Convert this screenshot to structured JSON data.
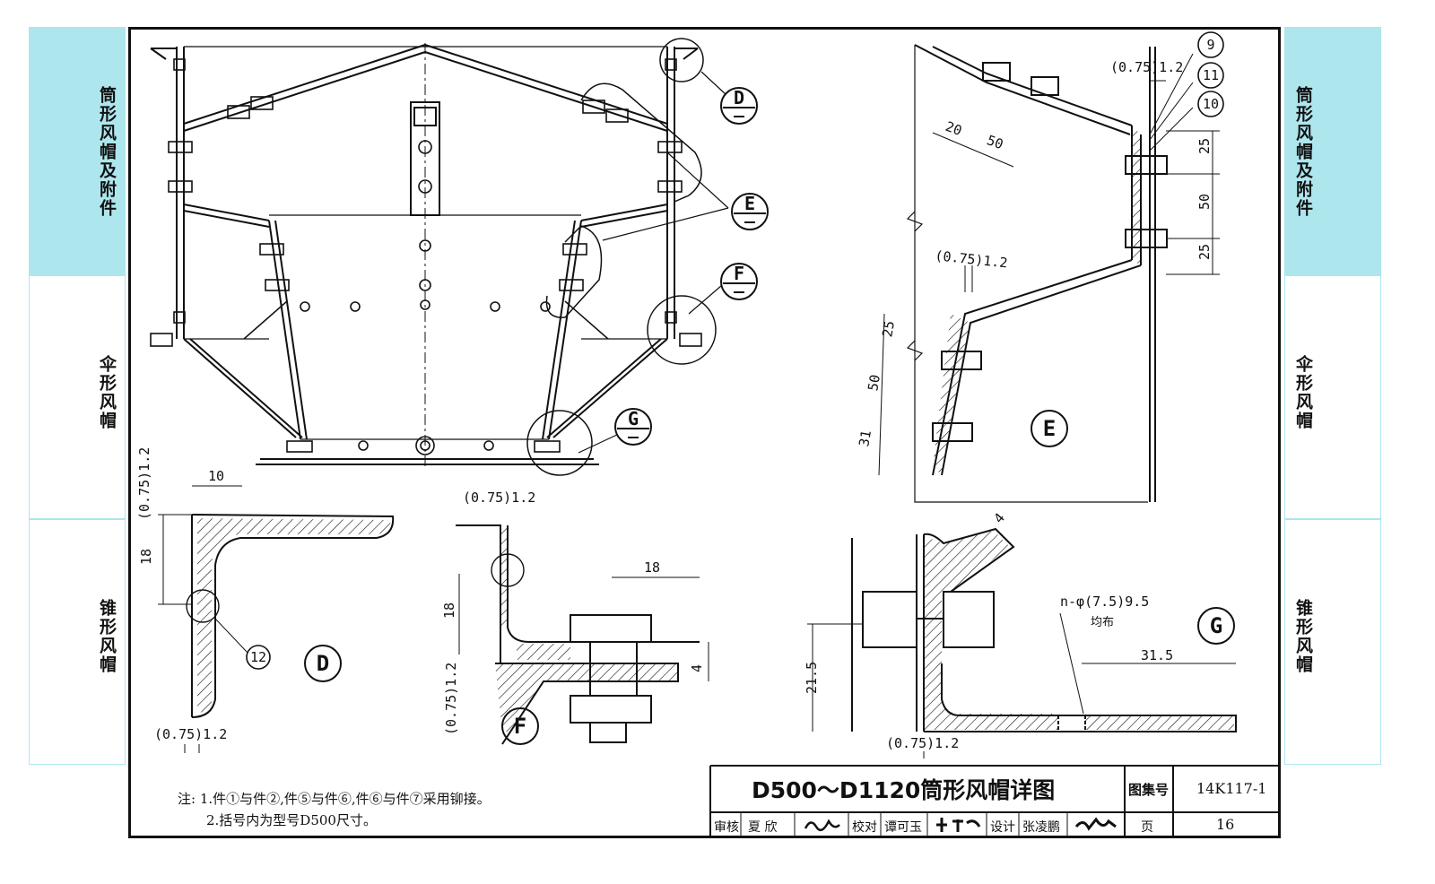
{
  "side_tabs": {
    "left": [
      "筒形风帽及附件",
      "伞形风帽",
      "锥形风帽"
    ],
    "right": [
      "筒形风帽及附件",
      "伞形风帽",
      "锥形风帽"
    ]
  },
  "detail_labels": {
    "D": "D",
    "E": "E",
    "F": "F",
    "G": "G"
  },
  "part_numbers": {
    "p9": "9",
    "p11": "11",
    "p10": "10",
    "p12": "12"
  },
  "dimensions": {
    "d_075_12": "(0.75)1.2",
    "d_20": "20",
    "d_50": "50",
    "d_25": "25",
    "d_31": "31",
    "d_10": "10",
    "d_18": "18",
    "d_4": "4",
    "d_215": "21.5",
    "d_315": "31.5",
    "hole_spec": "n-φ(7.5)9.5",
    "hole_note": "均布"
  },
  "notes": {
    "line1": "注: 1.件①与件②,件⑤与件⑥,件⑥与件⑦采用铆接。",
    "line2": "2.括号内为型号D500尺寸。"
  },
  "title_block": {
    "title": "D500～D1120筒形风帽详图",
    "atlas_label": "图集号",
    "atlas_no": "14K117-1",
    "review_label": "审核",
    "review_name": "夏 欣",
    "check_label": "校对",
    "check_name": "谭可玉",
    "design_label": "设计",
    "design_name": "张凌鹏",
    "page_label": "页",
    "page_no": "16"
  },
  "colors": {
    "tab": "#aee6ee",
    "line": "#111111"
  }
}
